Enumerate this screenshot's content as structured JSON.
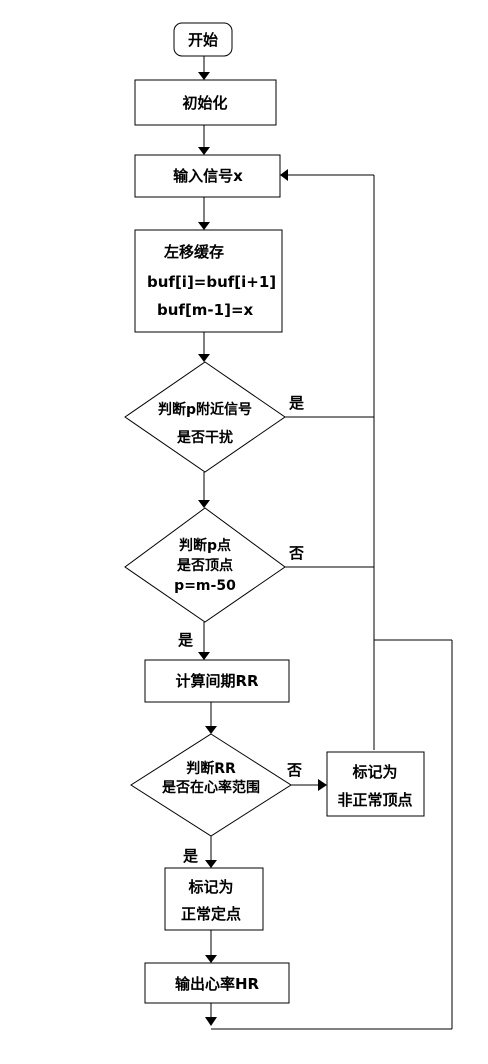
{
  "nodes": {
    "start": "开始",
    "init": "初始化",
    "input": "输入信号x",
    "shift": {
      "line1": "左移缓存",
      "line2": "buf[i]=buf[i+1]",
      "line3": "buf[m-1]=x"
    },
    "judge_interference": {
      "line1": "判断p附近信号",
      "line2": "是否干扰"
    },
    "judge_peak": {
      "line1": "判断p点",
      "line2": "是否顶点",
      "line3": "p=m-50"
    },
    "calc_rr": "计算间期RR",
    "judge_rr": {
      "line1": "判断RR",
      "line2": "是否在心率范围"
    },
    "mark_abnormal": {
      "line1": "标记为",
      "line2": "非正常顶点"
    },
    "mark_normal": {
      "line1": "标记为",
      "line2": "正常定点"
    },
    "output_hr": "输出心率HR"
  },
  "edge_labels": {
    "interference_yes": "是",
    "peak_no": "否",
    "peak_yes": "是",
    "rr_no": "否",
    "rr_yes": "是"
  }
}
